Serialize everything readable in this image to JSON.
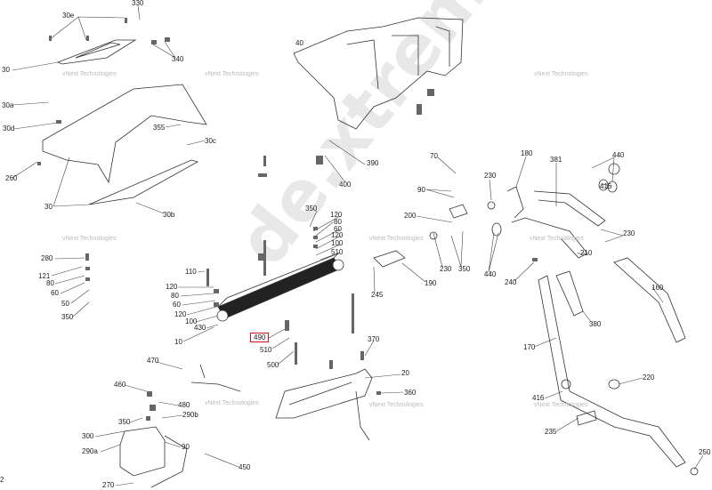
{
  "diagram": {
    "highlighted_part": "490",
    "watermark_site": "dextremelfe.ru",
    "watermark_small": "vNext Technologies",
    "page_number": "2",
    "labels": {
      "l330": "330",
      "l30e": "30e",
      "l30_top": "30",
      "l340": "340",
      "l30a": "30a",
      "l30d": "30d",
      "l355": "355",
      "l30c": "30c",
      "l260": "260",
      "l30_bot": "30",
      "l30b": "30b",
      "l40": "40",
      "l390": "390",
      "l400": "400",
      "l70": "70",
      "l230a": "230",
      "l90a": "90",
      "l180": "180",
      "l381": "381",
      "l440a": "440",
      "l415": "415",
      "l200": "200",
      "l230b": "230",
      "l350a": "350",
      "l440b": "440",
      "l230c": "230",
      "l210": "210",
      "l240": "240",
      "l190": "190",
      "l245": "245",
      "l160": "160",
      "l380": "380",
      "l170": "170",
      "l220": "220",
      "l416": "416",
      "l235": "235",
      "l250": "250",
      "l350b": "350",
      "l120a": "120",
      "l80a": "80",
      "l60a": "60",
      "l120b": "120",
      "l100a": "100",
      "l510a": "510",
      "l280": "280",
      "l121": "121",
      "l80b": "80",
      "l60b": "60",
      "l50": "50",
      "l350c": "350",
      "l110": "110",
      "l120c": "120",
      "l80c": "80",
      "l60c": "60",
      "l120d": "120",
      "l100b": "100",
      "l430": "430",
      "l10": "10",
      "l490": "490",
      "l510b": "510",
      "l370": "370",
      "l500": "500",
      "l470": "470",
      "l20": "20",
      "l460": "460",
      "l480": "480",
      "l360": "360",
      "l350d": "350",
      "l290b": "290b",
      "l300": "300",
      "l90b": "90",
      "l290a": "290a",
      "l450": "450",
      "l270": "270"
    }
  }
}
